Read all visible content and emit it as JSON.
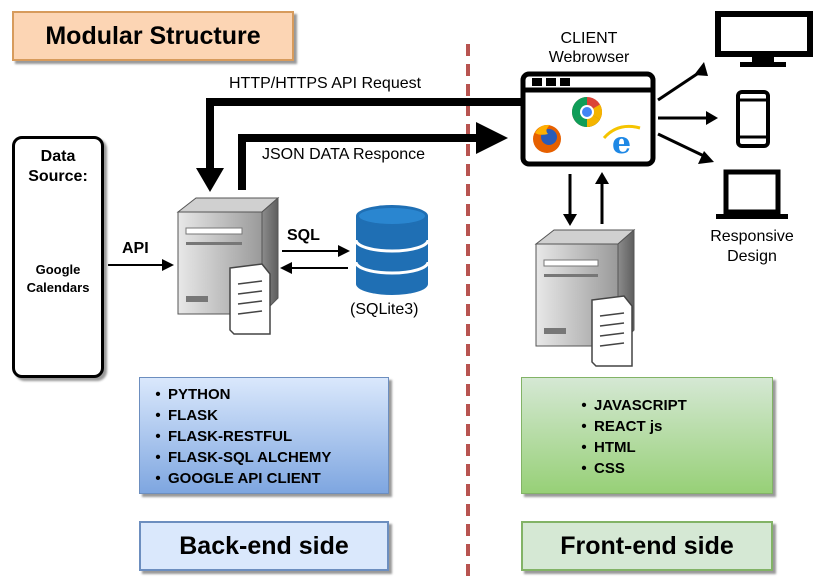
{
  "title": "Modular Structure",
  "data_source": {
    "title_line1": "Data",
    "title_line2": "Source:",
    "sub_line1": "Google",
    "sub_line2": "Calendars"
  },
  "labels": {
    "api": "API",
    "sql": "SQL",
    "sqlite": "(SQLite3)",
    "http_request": "HTTP/HTTPS API Request",
    "json_response": "JSON DATA Responce",
    "client_line1": "CLIENT",
    "client_line2": "Webrowser",
    "responsive_line1": "Responsive",
    "responsive_line2": "Design"
  },
  "backend": {
    "items": [
      "PYTHON",
      "FLASK",
      "FLASK-RESTFUL",
      "FLASK-SQL ALCHEMY",
      "GOOGLE API CLIENT"
    ],
    "side_label": "Back-end side"
  },
  "frontend": {
    "items": [
      "JAVASCRIPT",
      "REACT js",
      "HTML",
      "CSS"
    ],
    "side_label": "Front-end side"
  },
  "colors": {
    "title_fill": "#fcd5b4",
    "backend_fill": "#dae8fc",
    "frontend_fill": "#d5e8d4",
    "divider": "#b85450",
    "database": "#1f6fb4"
  }
}
